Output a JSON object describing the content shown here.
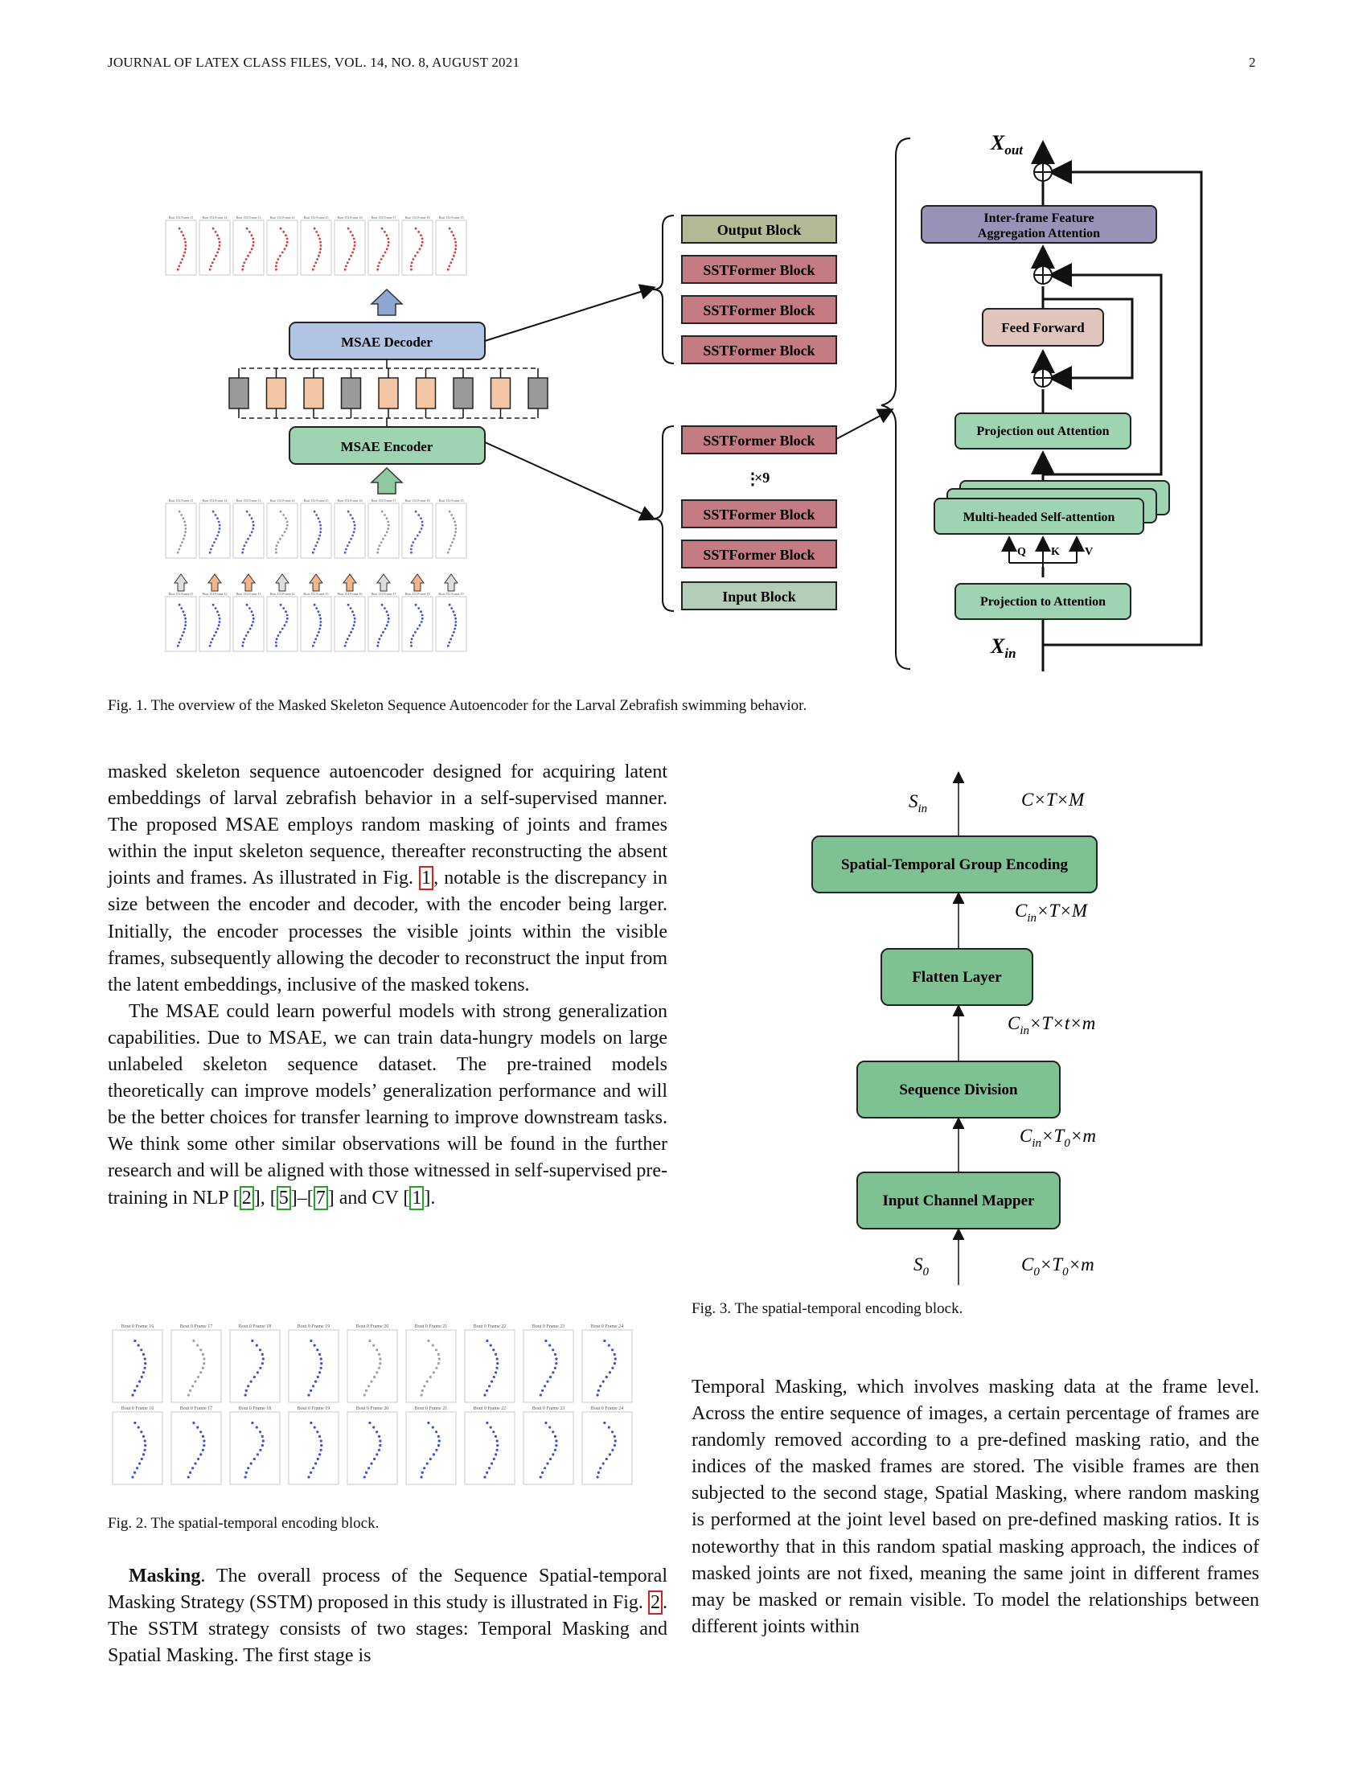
{
  "header": {
    "journal": "JOURNAL OF LATEX CLASS FILES, VOL. 14, NO. 8, AUGUST 2021",
    "page_number": "2"
  },
  "fig1": {
    "caption": "Fig. 1.  The overview of the Masked Skeleton Sequence Autoencoder for the Larval Zebrafish swimming behavior.",
    "msae_decoder": "MSAE Decoder",
    "msae_encoder": "MSAE Encoder",
    "blocks_top": [
      "Output Block",
      "SSTFormer Block",
      "SSTFormer Block",
      "SSTFormer Block"
    ],
    "blocks_bottom": [
      "SSTFormer Block",
      "SSTFormer Block",
      "SSTFormer Block",
      "Input Block"
    ],
    "repeat_label": "×9",
    "x_out": "X",
    "x_out_sub": "out",
    "x_in": "X",
    "x_in_sub": "in",
    "inter_frame": [
      "Inter-frame Feature",
      "Aggregation Attention"
    ],
    "feed_forward": "Feed Forward",
    "projection_out": "Projection out Attention",
    "multi_head": "Multi-headed Self-attention",
    "qkv": [
      "Q",
      "K",
      "V"
    ],
    "projection_to": "Projection to Attention",
    "plot_titles_top": [
      "Bout 152 Frame 11",
      "Bout 152 Frame 12",
      "Bout 152 Frame 13",
      "Bout 152 Frame 14",
      "Bout 152 Frame 15",
      "Bout 152 Frame 16",
      "Bout 152 Frame 17",
      "Bout 152 Frame 18",
      "Bout 152 Frame 19"
    ],
    "token_colors": [
      "#9a9a9a",
      "#f3c7a6",
      "#f3c7a6",
      "#9a9a9a",
      "#f3c7a6",
      "#f3c7a6",
      "#9a9a9a",
      "#f3c7a6",
      "#9a9a9a"
    ]
  },
  "fig3": {
    "caption": "Fig. 3.  The spatial-temporal encoding block.",
    "s_in": "S",
    "s_in_sub": "in",
    "dim_top": "C×T×M",
    "stge": "Spatial-Temporal Group Encoding",
    "dim2_base": "C",
    "dim2_sub": "in",
    "dim2_rest": "×T×M",
    "flatten": "Flatten Layer",
    "dim3_base": "C",
    "dim3_sub": "in",
    "dim3_rest": "×T×t×m",
    "sequence_division": "Sequence Division",
    "dim4_base": "C",
    "dim4_sub": "in",
    "dim4_mid": "×T",
    "dim4_sub2": "0",
    "dim4_rest": "×m",
    "input_channel_mapper": "Input Channel Mapper",
    "s_0": "S",
    "s_0_sub": "0",
    "dim5_base": "C",
    "dim5_sub": "0",
    "dim5_mid": "×T",
    "dim5_sub2": "0",
    "dim5_rest": "×m"
  },
  "fig2": {
    "caption": "Fig. 2.  The spatial-temporal encoding block.",
    "titles_row1": [
      "Bout 0 Frame 16",
      "Bout 0 Frame 17",
      "Bout 0 Frame 18",
      "Bout 0 Frame 19",
      "Bout 0 Frame 20",
      "Bout 0 Frame 21",
      "Bout 0 Frame 22",
      "Bout 0 Frame 23",
      "Bout 0 Frame 24"
    ],
    "titles_row2": [
      "Bout 0 Frame 16",
      "Bout 0 Frame 17",
      "Bout 0 Frame 18",
      "Bout 0 Frame 19",
      "Bout 0 Frame 20",
      "Bout 0 Frame 21",
      "Bout 0 Frame 22",
      "Bout 0 Frame 23",
      "Bout 0 Frame 24"
    ]
  },
  "left_col": {
    "para1_a": "masked skeleton sequence autoencoder designed for acquiring latent embeddings of larval zebrafish behavior in a self-supervised manner. The proposed MSAE employs random masking of joints and frames within the input skeleton sequence, thereafter reconstructing the absent joints and frames. As illustrated in Fig. ",
    "para1_ref": "1",
    "para1_b": ", notable is the discrepancy in size between the encoder and decoder, with the encoder being larger. Initially, the encoder processes the visible joints within the visible frames, subsequently allowing the decoder to reconstruct the input from the latent embeddings, inclusive of the masked tokens.",
    "para2_a": "The MSAE could learn powerful models with strong generalization capabilities. Due to MSAE, we can train data-hungry models on large unlabeled skeleton sequence dataset. The pre-trained models theoretically can improve models’ generalization performance and will be the better choices for transfer learning to improve downstream tasks. We think some other similar observations will be found in the further research and will be aligned with those witnessed in self-supervised pre-training in NLP ",
    "ref2": "2",
    "sep1": ", ",
    "ref5": "5",
    "dash": "–",
    "ref7": "7",
    "and_cv": " and CV ",
    "ref1": "1",
    "end": ".",
    "masking_bold": "Masking",
    "para3_a": ". The overall process of the Sequence Spatial-temporal Masking Strategy (SSTM) proposed in this study is illustrated in Fig. ",
    "para3_ref": "2",
    "para3_b": ". The SSTM strategy consists of two stages: Temporal Masking and Spatial Masking. The first stage is"
  },
  "right_col": {
    "para": "Temporal Masking, which involves masking data at the frame level. Across the entire sequence of images, a certain percentage of frames are randomly removed according to a pre-defined masking ratio, and the indices of the masked frames are stored. The visible frames are then subjected to the second stage, Spatial Masking, where random masking is performed at the joint level based on pre-defined masking ratios. It is noteworthy that in this random spatial masking approach, the indices of masked joints are not fixed, meaning the same joint in different frames may be masked or remain visible. To model the relationships between different joints within"
  }
}
